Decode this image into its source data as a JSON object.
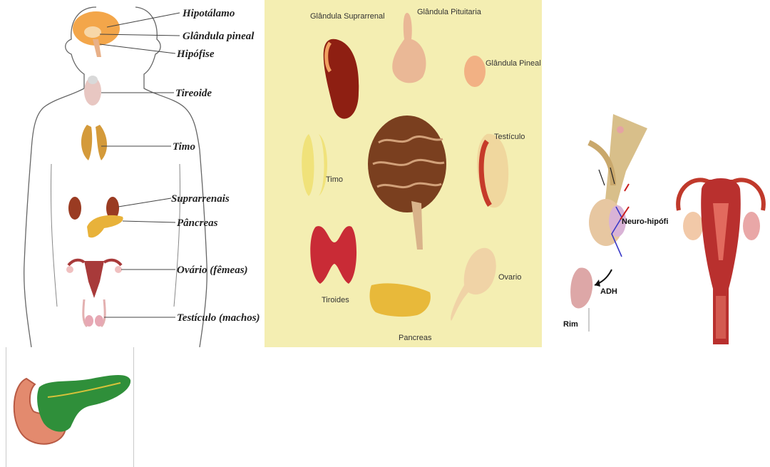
{
  "body_diagram": {
    "labels": [
      "Hipotálamo",
      "Glândula pineal",
      "Hipófise",
      "Tireoide",
      "Timo",
      "Suprarrenais",
      "Pâncreas",
      "Ovário (fêmeas)",
      "Testículo (machos)"
    ]
  },
  "glands_panel": {
    "labels": [
      "Glândula Suprarrenal",
      "Glândula Pituitaria",
      "Glândula Pineal",
      "Timo",
      "Testículo",
      "Tiroides",
      "Pancreas",
      "Ovario"
    ]
  },
  "kidney_panel": {
    "labels": [
      "Neuro-hipófise",
      "ADH",
      "Rim"
    ]
  },
  "colors": {
    "glands_background": "#f4eeb2",
    "brain": "#7a3f1f",
    "uterus": "#b9302e",
    "pancreas_green": "#2f8f3a"
  }
}
